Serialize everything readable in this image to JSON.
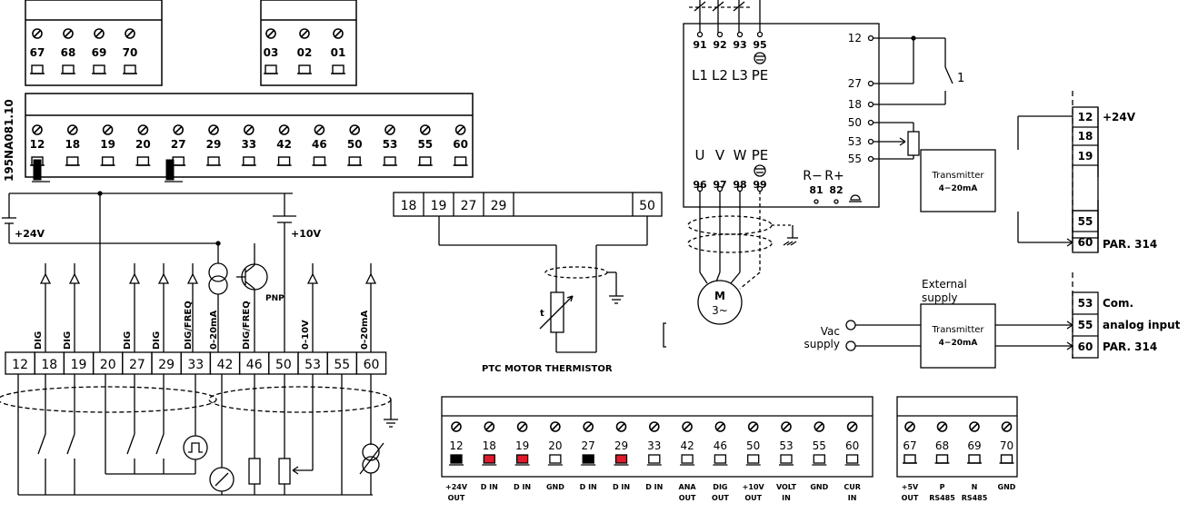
{
  "doc_code": "195NA081.10",
  "relay_small_top": [
    "67",
    "68",
    "69",
    "70"
  ],
  "relay_small_top2": [
    "03",
    "02",
    "01"
  ],
  "main_strip": [
    "12",
    "18",
    "19",
    "20",
    "27",
    "29",
    "33",
    "42",
    "46",
    "50",
    "53",
    "55",
    "60"
  ],
  "left_labels": {
    "v24": "+24V",
    "v10": "+10V",
    "dig": "DIG",
    "dig_freq": "DIG/FREQ",
    "ma": "0-20mA",
    "v010": "0-10V",
    "pnp": "PNP"
  },
  "left_terminals": [
    "12",
    "18",
    "19",
    "20",
    "27",
    "29",
    "33",
    "42",
    "46",
    "50",
    "53",
    "55",
    "60"
  ],
  "ptc": {
    "terminals": [
      "18",
      "19",
      "27",
      "29",
      "50"
    ],
    "caption": "PTC MOTOR THERMISTOR",
    "t_mark": "t"
  },
  "drive": {
    "mains": [
      "91",
      "92",
      "93",
      "95"
    ],
    "mains_labels": [
      "L1",
      "L2",
      "L3",
      "PE"
    ],
    "motor_nums": [
      "96",
      "97",
      "98",
      "99"
    ],
    "motor_labels": [
      "U",
      "V",
      "W",
      "PE"
    ],
    "brake_labels": [
      "R−",
      "R+"
    ],
    "brake_nums": [
      "81",
      "82"
    ],
    "control": [
      "12",
      "27",
      "18",
      "50",
      "53",
      "55"
    ],
    "switch_label": "1",
    "motor_text": [
      "M",
      "3~"
    ]
  },
  "transmitter1": {
    "title": "Transmitter",
    "range": "4−20mA",
    "terminals": [
      "12",
      "18",
      "19",
      "55",
      "60"
    ],
    "notes": [
      "+24V",
      "PAR. 314"
    ]
  },
  "transmitter2": {
    "title": "Transmitter",
    "range": "4−20mA",
    "ext_supply": [
      "External",
      "supply"
    ],
    "vac": [
      "Vac",
      "supply"
    ],
    "terminals": [
      "53",
      "55",
      "60"
    ],
    "notes": [
      "Com.",
      "analog input",
      "PAR. 314"
    ]
  },
  "bottom_strip": {
    "terminals": [
      "12",
      "18",
      "19",
      "20",
      "27",
      "29",
      "33",
      "42",
      "46",
      "50",
      "53",
      "55",
      "60"
    ],
    "labels_top": [
      "+24V",
      "D IN",
      "D IN",
      "GND",
      "D IN",
      "D IN",
      "D IN",
      "ANA",
      "DIG",
      "+10V",
      "VOLT",
      "GND",
      "CUR"
    ],
    "labels_bottom": [
      "OUT",
      "",
      "",
      "",
      "",
      "",
      "",
      "OUT",
      "OUT",
      "OUT",
      "IN",
      "",
      "IN"
    ],
    "fill_colors": [
      "#000000",
      "#e0192b",
      "#e0192b",
      "",
      "#000000",
      "#e0192b",
      "",
      "",
      "",
      "",
      "",
      "",
      ""
    ]
  },
  "bottom_small": {
    "terminals": [
      "67",
      "68",
      "69",
      "70"
    ],
    "labels_top": [
      "+5V",
      "P",
      "N",
      "GND"
    ],
    "labels_bottom": [
      "OUT",
      "RS485",
      "RS485",
      ""
    ]
  }
}
